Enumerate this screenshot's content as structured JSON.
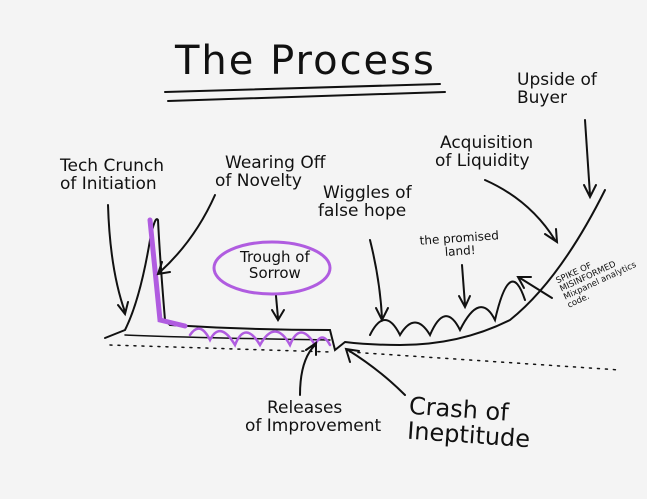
{
  "title": "The Process",
  "labels": {
    "tech_crunch": [
      "Tech Crunch",
      "of Initiation"
    ],
    "wearing_off": [
      "Wearing Off",
      "of Novelty"
    ],
    "trough": [
      "Trough of",
      "Sorrow"
    ],
    "wiggles": [
      "Wiggles of",
      "false hope"
    ],
    "promised_land": [
      "the promised",
      "land!"
    ],
    "acquisition": [
      "Acquisition",
      "of Liquidity"
    ],
    "upside": [
      "Upside of",
      "Buyer"
    ],
    "spike": [
      "SPIKE OF",
      "MISINFORMED",
      "Mixpanel analytics",
      "code."
    ],
    "releases": [
      "Releases",
      "of Improvement"
    ],
    "crash": [
      "Crash of",
      "Ineptitude"
    ]
  },
  "colors": {
    "ink": "#111111",
    "highlight": "#b05ce0",
    "background": "#f4f4f4"
  }
}
